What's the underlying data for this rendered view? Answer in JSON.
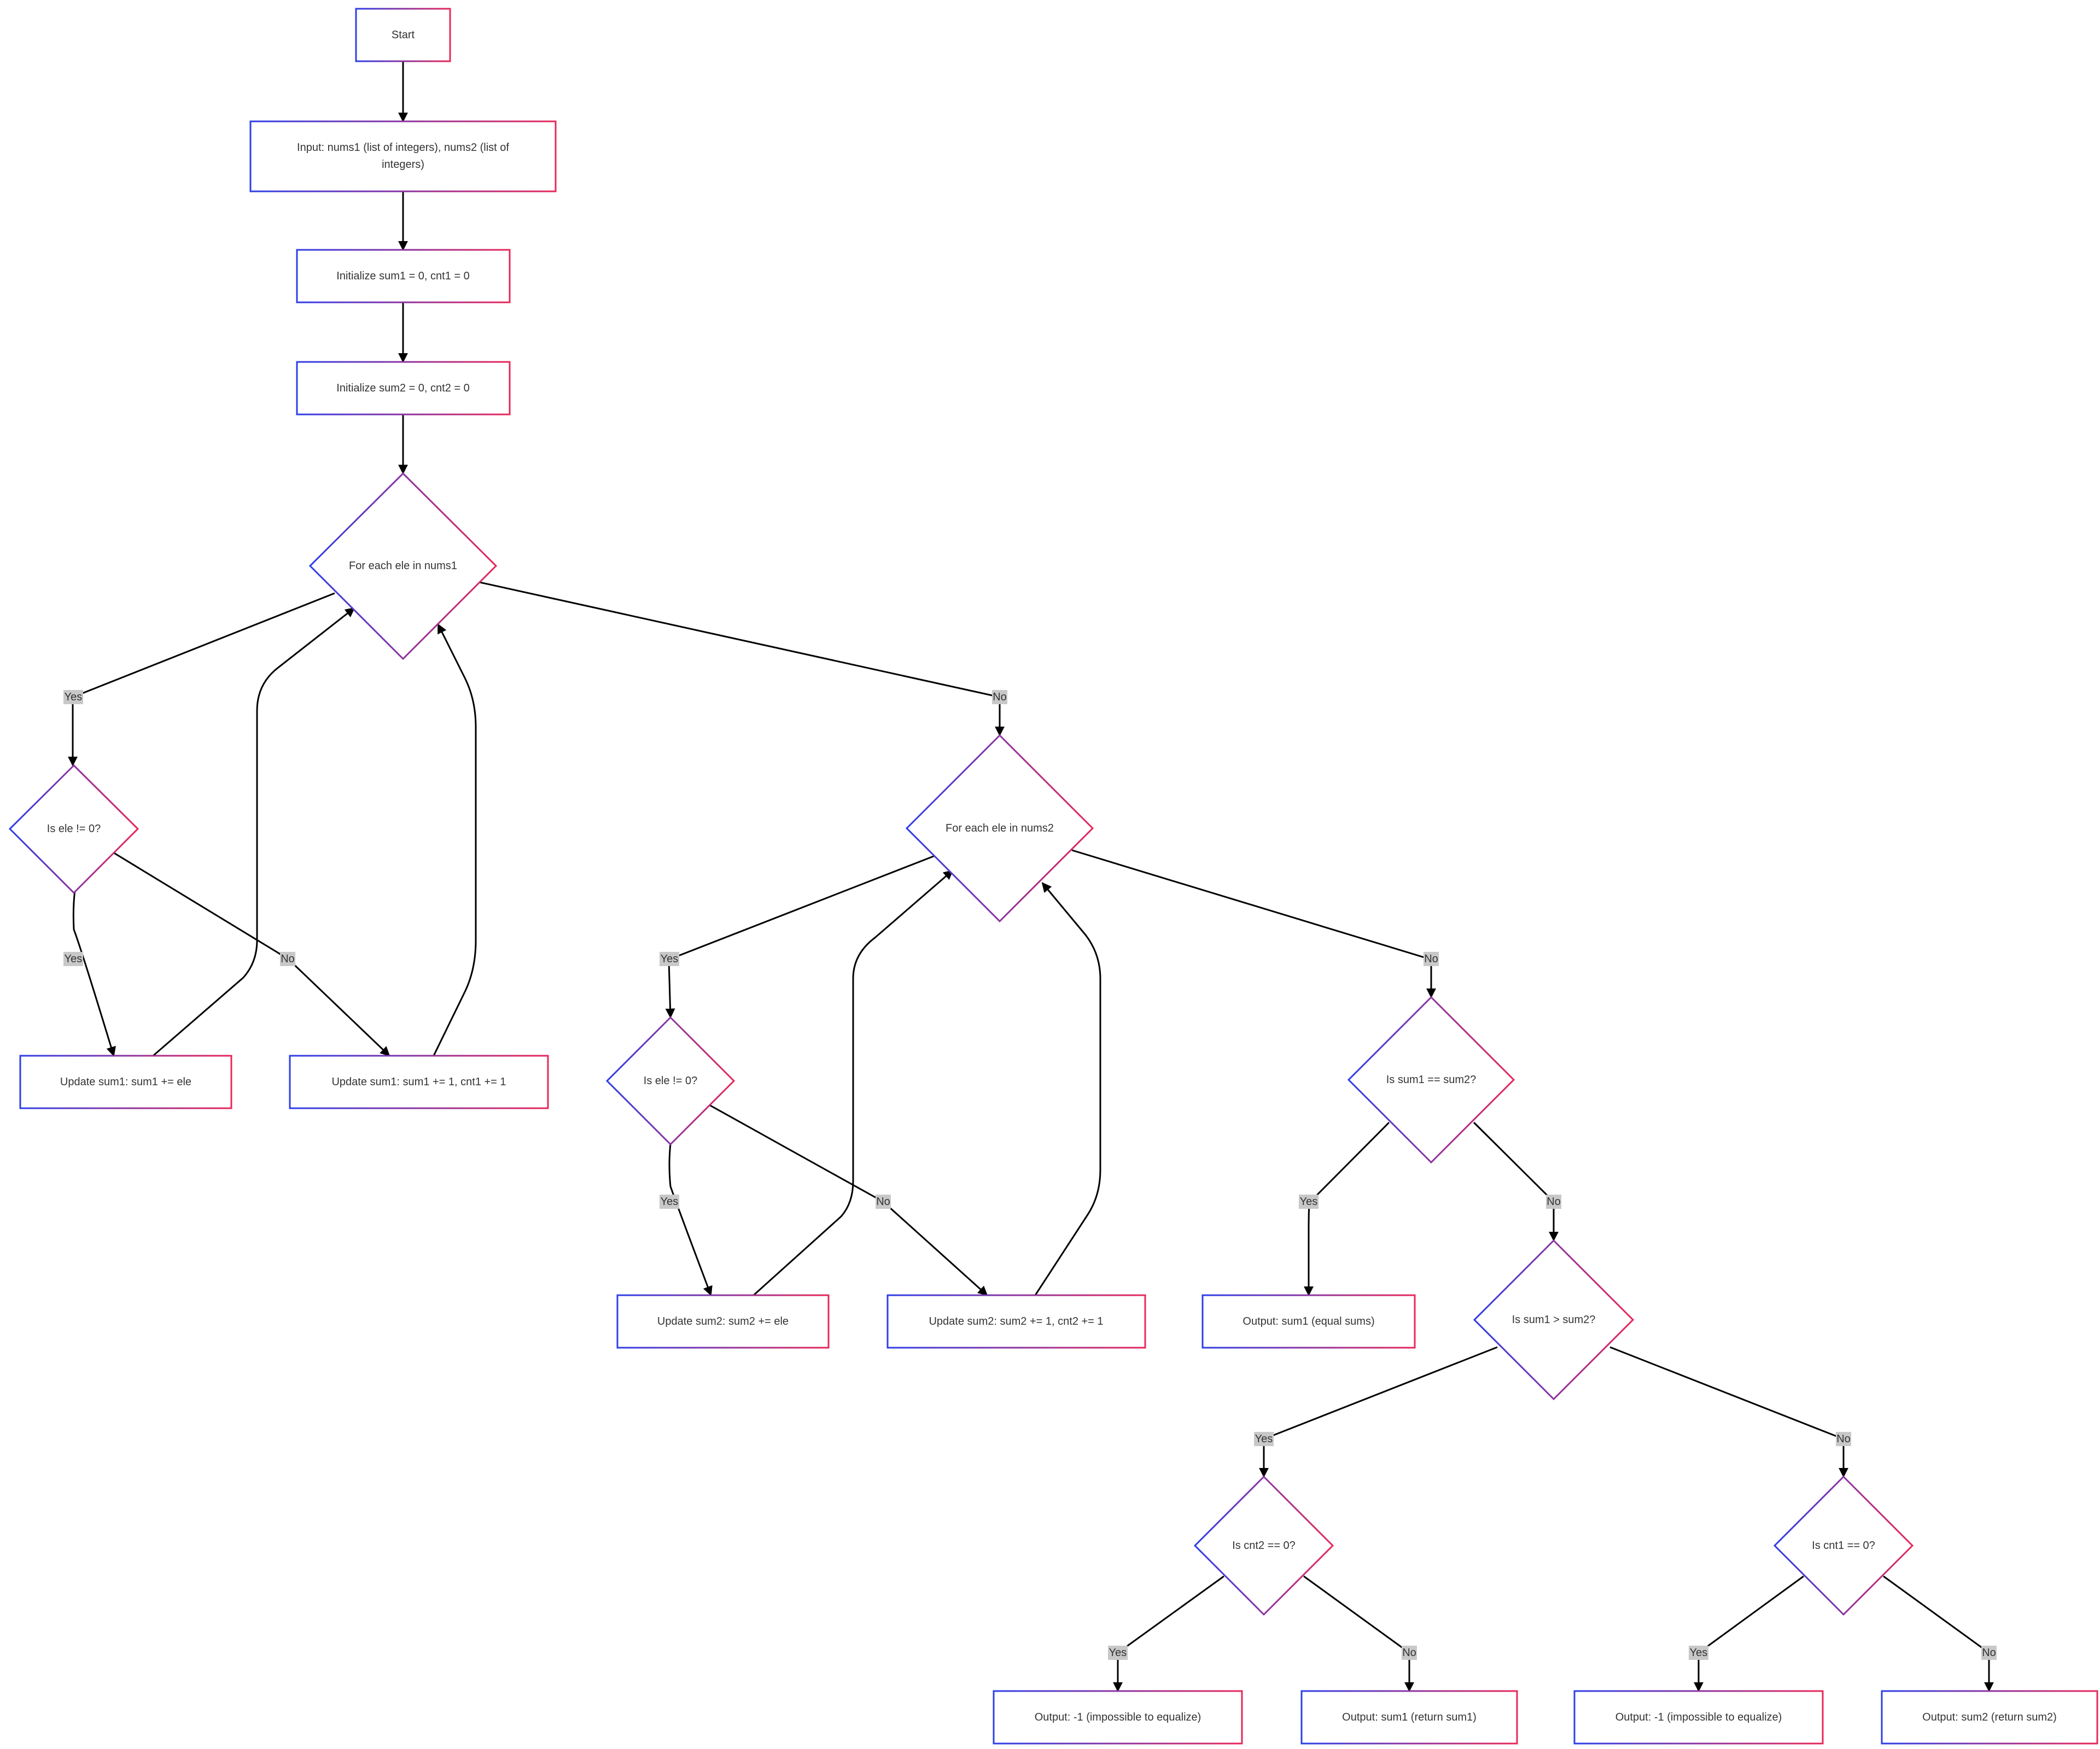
{
  "colors": {
    "gradient_start": "#2e3fe8",
    "gradient_end": "#e8285a",
    "edge": "#000000",
    "label_bg": "#c8c8c8",
    "text": "#333333"
  },
  "nodes": {
    "start": "Start",
    "input_line1": "Input: nums1 (list of integers), nums2 (list of",
    "input_line2": "integers)",
    "init1": "Initialize sum1 = 0, cnt1 = 0",
    "init2": "Initialize sum2 = 0, cnt2 = 0",
    "loop1": "For each ele in nums1",
    "check1": "Is ele != 0?",
    "upd1a": "Update sum1: sum1 += ele",
    "upd1b": "Update sum1: sum1 += 1, cnt1 += 1",
    "loop2": "For each ele in nums2",
    "check2": "Is ele != 0?",
    "upd2a": "Update sum2: sum2 += ele",
    "upd2b": "Update sum2: sum2 += 1, cnt2 += 1",
    "eq": "Is sum1 == sum2?",
    "out_eq": "Output: sum1 (equal sums)",
    "gt": "Is sum1 > sum2?",
    "cnt2z": "Is cnt2 == 0?",
    "cnt1z": "Is cnt1 == 0?",
    "out_a": "Output: -1 (impossible to equalize)",
    "out_b": "Output: sum1 (return sum1)",
    "out_c": "Output: -1 (impossible to equalize)",
    "out_d": "Output: sum2 (return sum2)"
  },
  "edge_labels": {
    "loop1_yes": "Yes",
    "loop1_no": "No",
    "check1_yes": "Yes",
    "check1_no": "No",
    "loop2_yes": "Yes",
    "loop2_no": "No",
    "check2_yes": "Yes",
    "check2_no": "No",
    "eq_yes": "Yes",
    "eq_no": "No",
    "gt_yes": "Yes",
    "gt_no": "No",
    "cnt2z_yes": "Yes",
    "cnt2z_no": "No",
    "cnt1z_yes": "Yes",
    "cnt1z_no": "No"
  }
}
